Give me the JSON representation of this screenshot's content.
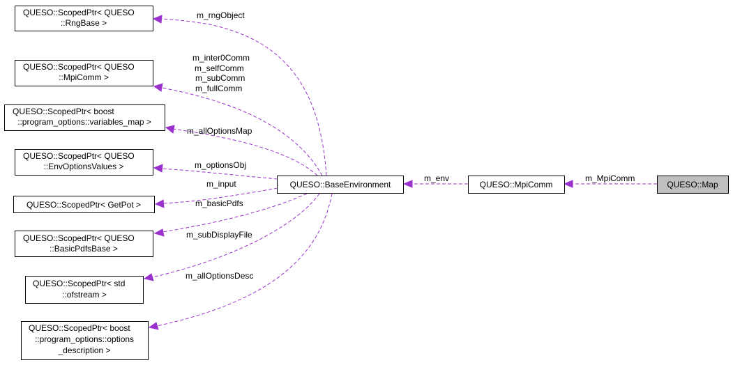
{
  "nodes": {
    "rng_base": [
      "QUESO::ScopedPtr< QUESO",
      "::RngBase >"
    ],
    "mpi_comm_ptr": [
      "QUESO::ScopedPtr< QUESO",
      "::MpiComm >"
    ],
    "variables_map": [
      "QUESO::ScopedPtr< boost",
      "::program_options::variables_map >"
    ],
    "env_options": [
      "QUESO::ScopedPtr< QUESO",
      "::EnvOptionsValues >"
    ],
    "getpot": [
      "QUESO::ScopedPtr< GetPot >"
    ],
    "basic_pdfs": [
      "QUESO::ScopedPtr< QUESO",
      "::BasicPdfsBase >"
    ],
    "ofstream": [
      "QUESO::ScopedPtr< std",
      "::ofstream >"
    ],
    "options_desc": [
      "QUESO::ScopedPtr< boost",
      "::program_options::options",
      "_description >"
    ],
    "base_env": [
      "QUESO::BaseEnvironment"
    ],
    "mpi_comm": [
      "QUESO::MpiComm"
    ],
    "map": [
      "QUESO::Map"
    ]
  },
  "edge_labels": {
    "rng_object": [
      "m_rngObject"
    ],
    "comms": [
      "m_inter0Comm",
      "m_selfComm",
      "m_subComm",
      "m_fullComm"
    ],
    "all_options_map": [
      "m_allOptionsMap"
    ],
    "options_obj": [
      "m_optionsObj"
    ],
    "input": [
      "m_input"
    ],
    "basic_pdfs": [
      "m_basicPdfs"
    ],
    "sub_display_file": [
      "m_subDisplayFile"
    ],
    "all_options_desc": [
      "m_allOptionsDesc"
    ],
    "env": [
      "m_env"
    ],
    "mpi_comm": [
      "m_MpiComm"
    ]
  },
  "colors": {
    "edge": "#9a32cd",
    "focus_fill": "#bfbfbf"
  }
}
